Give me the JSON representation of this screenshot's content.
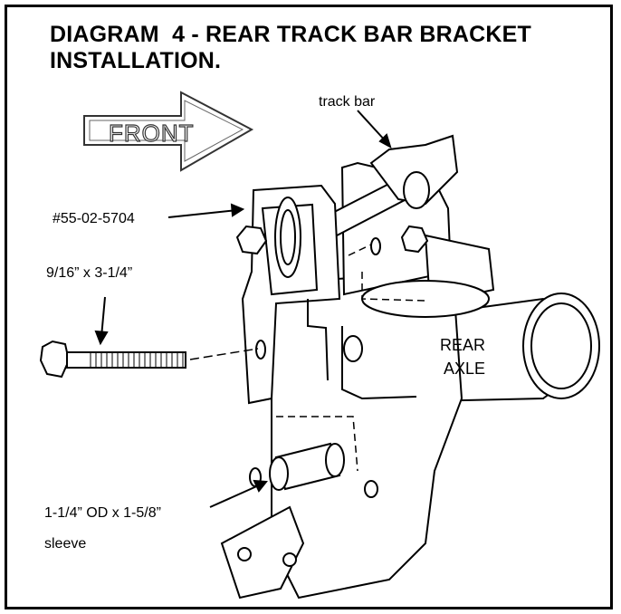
{
  "title": {
    "line1": "DIAGRAM  4 - REAR TRACK BAR BRACKET",
    "line2": "INSTALLATION."
  },
  "labels": {
    "track_bar": "track bar",
    "part_number": "#55-02-5704",
    "bolt": "9/16” x 3-1/4”",
    "rear": "REAR",
    "axle": "AXLE",
    "sleeve_line1": "1-1/4” OD x 1-5/8”",
    "sleeve_line2": "sleeve"
  },
  "arrow": {
    "text": "FRONT",
    "icon": "front-arrow-icon"
  },
  "colors": {
    "ink": "#000000",
    "background": "#ffffff"
  }
}
